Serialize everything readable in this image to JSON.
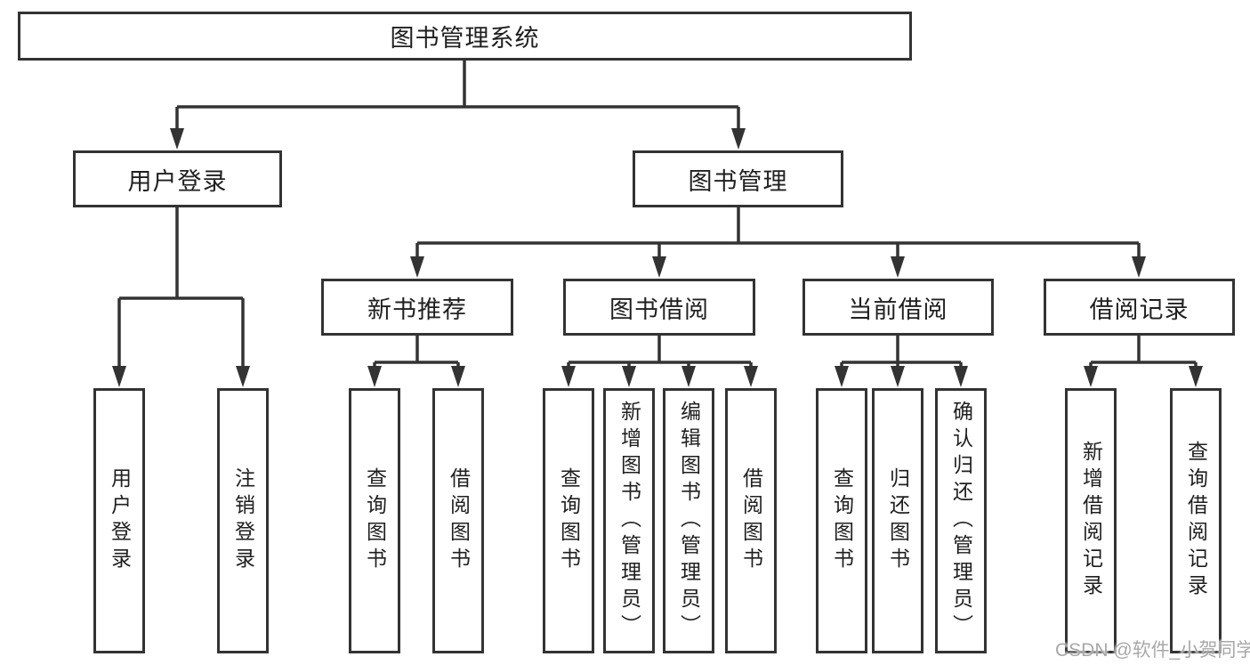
{
  "tree": {
    "label": "图书管理系统",
    "children": [
      {
        "label": "用户登录",
        "children": [
          {
            "label": "用户登录"
          },
          {
            "label": "注销登录"
          }
        ]
      },
      {
        "label": "图书管理",
        "children": [
          {
            "label": "新书推荐",
            "children": [
              {
                "label": "查询图书"
              },
              {
                "label": "借阅图书"
              }
            ]
          },
          {
            "label": "图书借阅",
            "children": [
              {
                "label": "查询图书"
              },
              {
                "label": "新增图书（管理员）"
              },
              {
                "label": "编辑图书（管理员）"
              },
              {
                "label": "借阅图书"
              }
            ]
          },
          {
            "label": "当前借阅",
            "children": [
              {
                "label": "查询图书"
              },
              {
                "label": "归还图书"
              },
              {
                "label": "确认归还（管理员）"
              }
            ]
          },
          {
            "label": "借阅记录",
            "children": [
              {
                "label": "新增借阅记录"
              },
              {
                "label": "查询借阅记录"
              }
            ]
          }
        ]
      }
    ]
  },
  "watermark": {
    "text": "CSDN @软件_小贺同学"
  },
  "colors": {
    "line": "#333333",
    "text": "#1f1f1f",
    "box-bg": "#ffffff",
    "canvas-bg": "#ffffff",
    "watermark": "#a8a8a8"
  }
}
